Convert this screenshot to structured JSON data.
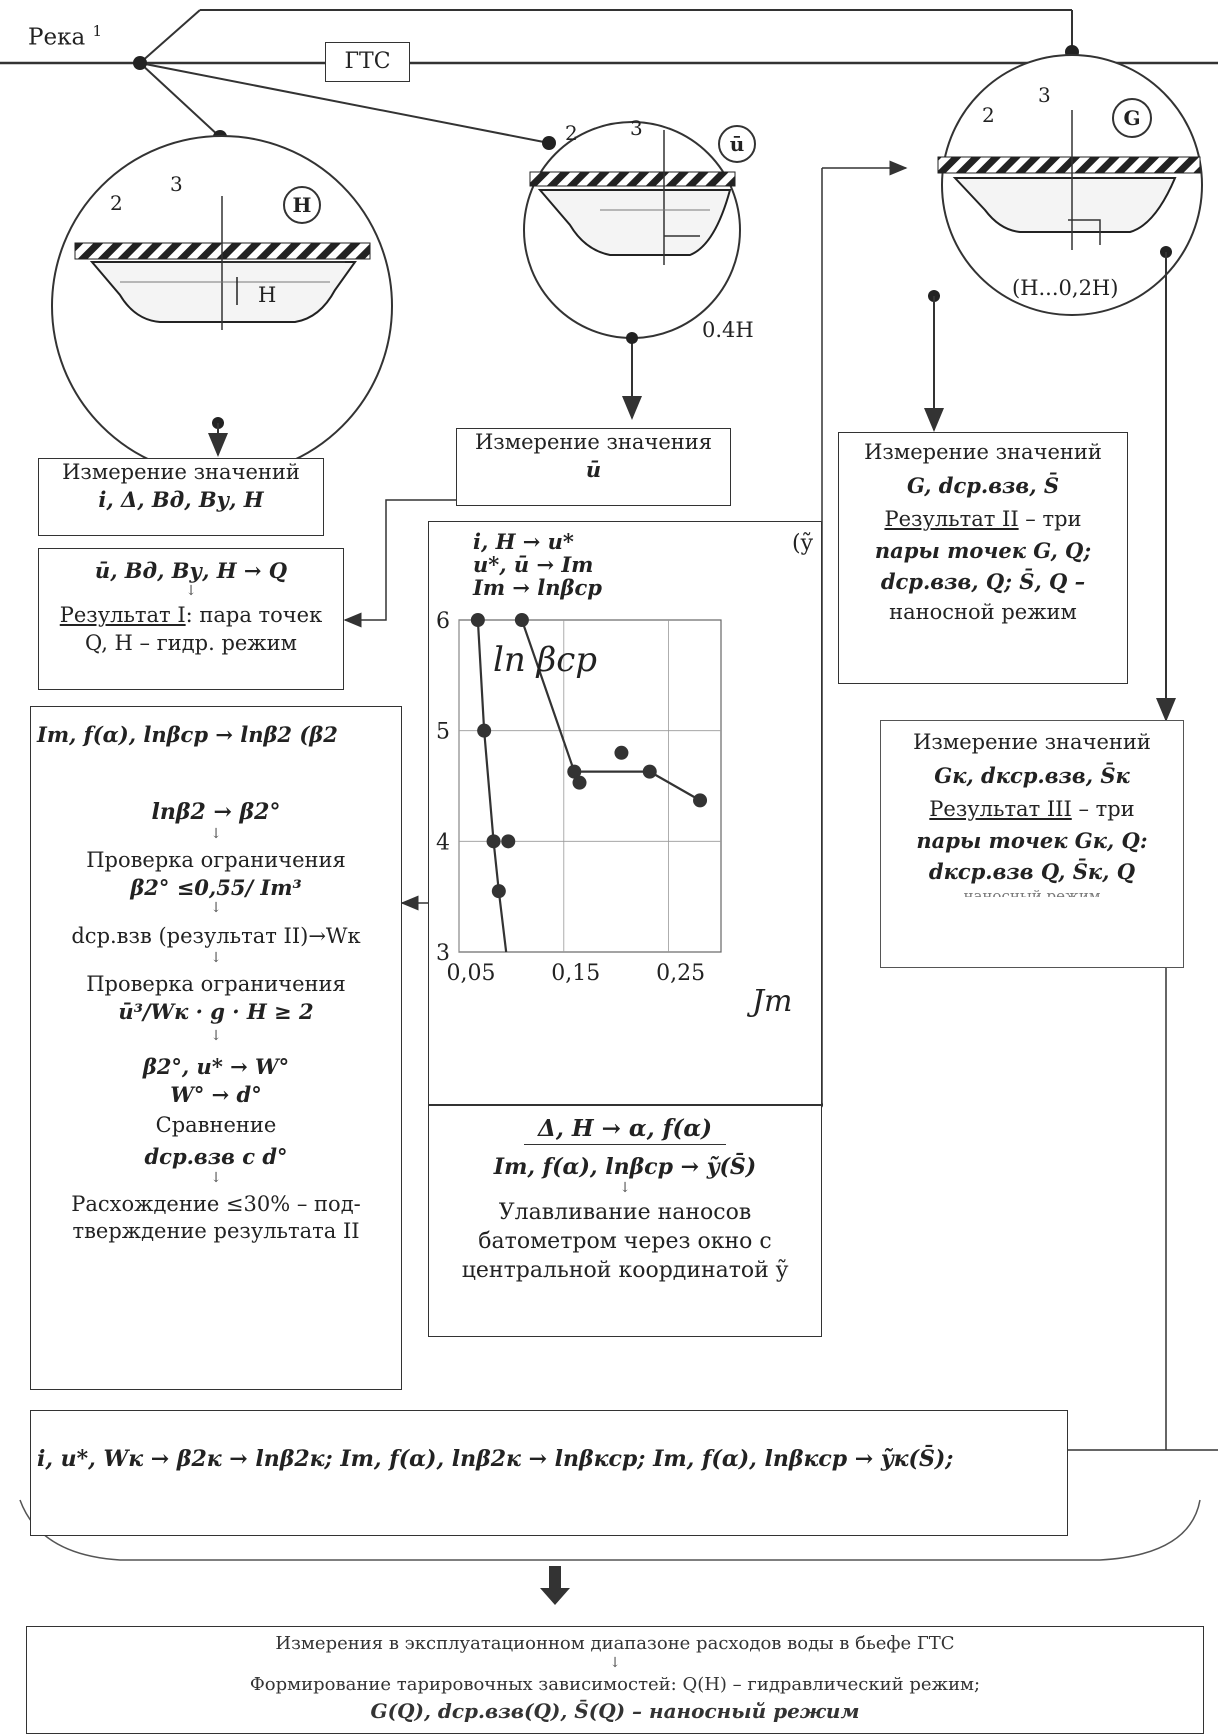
{
  "top": {
    "river": "Река",
    "river_num": "1",
    "gts": "ГТС"
  },
  "circles": {
    "h": {
      "tag": "Н",
      "n2": "2",
      "n3": "3",
      "depth": "Н"
    },
    "u": {
      "tag": "ū",
      "n2": "2",
      "n3": "3",
      "depth": "0.4Н"
    },
    "g": {
      "tag": "G",
      "n2": "2",
      "n3": "3",
      "depth": "(Н...0,2Н)"
    }
  },
  "box_h": {
    "l1": "Измерение значений",
    "l2": "i, Δ, Bд, Bу, H"
  },
  "box_u": {
    "l1": "Измерение значения",
    "l2": "ū"
  },
  "box_g": {
    "l1": "Измерение значений",
    "l2": "G, dср.взв, S̄",
    "l3a": "Результат II",
    "l3b": " – три",
    "l4": "пары точек G, Q;",
    "l5": "dср.взв, Q;  S̄, Q –",
    "l6": "наносной режим"
  },
  "box_r1": {
    "l1": "ū, Bд, Bу, H → Q",
    "arrow": "↓",
    "l2a": "Результат I",
    "l2b": ": пара точек",
    "l3": "Q, H – гидр. режим"
  },
  "box_mid": {
    "l1": "i, H → u*",
    "l2": "u*, ū → Iт",
    "l3": "Iт → lnβср",
    "tag": "(ỹ"
  },
  "chart": {
    "title": "ln βср",
    "y_label": "Jт",
    "y_ticks": [
      "6",
      "5",
      "4",
      "3"
    ],
    "x_ticks": [
      "0,05",
      "0,15",
      "0,25"
    ]
  },
  "chart_data": {
    "type": "line",
    "xlim": [
      0.05,
      0.3
    ],
    "ylim": [
      3,
      6
    ],
    "x_ticks": [
      0.05,
      0.15,
      0.25
    ],
    "y_ticks": [
      3,
      4,
      5,
      6
    ],
    "grid": true,
    "series": [
      {
        "values": [
          [
            0.068,
            6.0
          ],
          [
            0.074,
            5.0
          ],
          [
            0.083,
            4.0
          ],
          [
            0.088,
            3.55
          ],
          [
            0.095,
            3.0
          ]
        ]
      },
      {
        "values": [
          [
            0.11,
            6.0
          ],
          [
            0.16,
            4.63
          ],
          [
            0.232,
            4.63
          ],
          [
            0.28,
            4.37
          ]
        ]
      },
      {
        "values": [
          [
            0.165,
            4.53
          ],
          [
            0.097,
            4.0
          ],
          [
            0.205,
            4.8
          ]
        ]
      }
    ]
  },
  "box_mid_bottom": {
    "l1": "Δ, H → α, f(α)",
    "l2": "Iт, f(α), lnβср → ỹ(S̄)",
    "arrow": "↓",
    "l3": "Улавливание наносов",
    "l4": "батометром через окно с",
    "l5": "центральной координатой ỹ"
  },
  "box_left": {
    "l1": "Iт, f(α), lnβср → lnβ2   (β2",
    "l2": "lnβ2 → β2°",
    "l3": "Проверка ограничения",
    "l4": "β2° ≤0,55/ Iт³",
    "l5": "dср.взв (результат II)→Wк",
    "l6": "Проверка ограничения",
    "l7": "ū³/Wк · g · H ≥ 2",
    "l8": "β2°, u* → W°",
    "l9": "W° → d°",
    "l10": "Сравнение",
    "l11": "dср.взв c d°",
    "l12": "Расхождение ≤30% – под-",
    "l13": "тверждение результата II",
    "arrow": "↓"
  },
  "box_k": {
    "l1": "Измерение значений",
    "l2": "Gк, dкср.взв, S̄к",
    "l3a": "Результат III",
    "l3b": " – три",
    "l4": "пары точек Gк, Q:",
    "l5": "dкср.взв  Q,  S̄к, Q",
    "l6": "наносный режим"
  },
  "box_wide": {
    "text": "i, u*, Wк → β2к → lnβ2к;   Iт, f(α), lnβ2к → lnβкср;   Iт, f(α), lnβкср → ỹк(S̄);"
  },
  "box_bottom": {
    "l1": "Измерения в эксплуатационном диапазоне расходов воды в бьефе ГТС",
    "arrow": "↓",
    "l2": "Формирование тарировочных зависимостей: Q(H) – гидравлический режим;",
    "l3": "G(Q), dср.взв(Q), S̄(Q)  – наносный режим"
  }
}
